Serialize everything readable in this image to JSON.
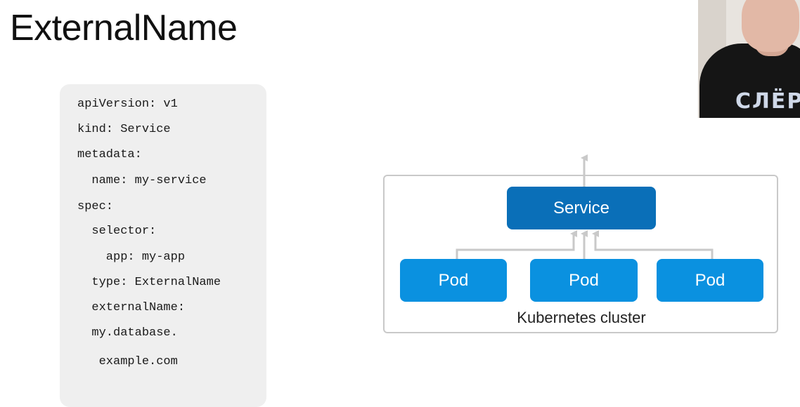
{
  "slide": {
    "title": "ExternalName"
  },
  "code": {
    "lines": [
      "apiVersion: v1",
      "kind: Service",
      "metadata:",
      "  name: my-service",
      "spec:",
      "  selector:",
      "    app: my-app",
      "  type: ExternalName",
      "  externalName:",
      "  my.database.",
      "   example.com"
    ]
  },
  "diagram": {
    "service_label": "Service",
    "pods": [
      "Pod",
      "Pod",
      "Pod"
    ],
    "cluster_label": "Kubernetes cluster",
    "colors": {
      "service": "#0a6fb8",
      "pod": "#0a91e0",
      "line": "#c9c9c9"
    }
  },
  "webcam": {
    "logo_text": "СЛЁР"
  }
}
